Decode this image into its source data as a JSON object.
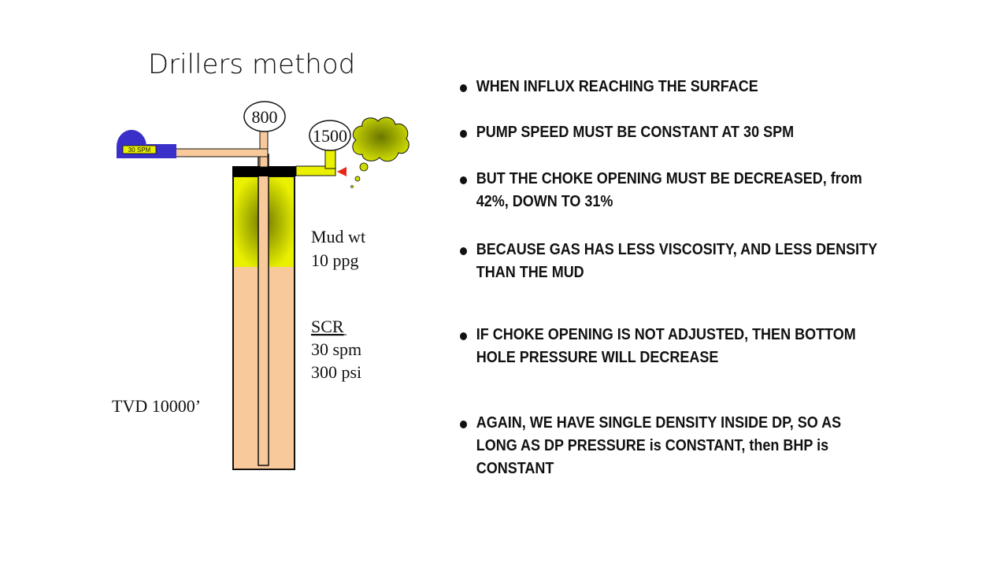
{
  "slide": {
    "title": "Drillers method",
    "diagram": {
      "pump_label": "30 SPM",
      "dp_gauge_value": "800",
      "casing_gauge_value": "1500",
      "mud_weight_line1": "Mud wt",
      "mud_weight_line2": "10 ppg",
      "scr_heading": "SCR",
      "scr_rate": "30 spm",
      "scr_pressure": "300 psi",
      "tvd_label": "TVD 10000’",
      "colors": {
        "mud": "#f8c99b",
        "influx": "#e9f000",
        "influx_dark": "#6f7a00",
        "pump": "#3b2fc9",
        "bop": "#000000",
        "choke": "#e8261a"
      }
    },
    "bullets": [
      {
        "text": "WHEN INFLUX REACHING THE SURFACE"
      },
      {
        "text": "PUMP SPEED MUST BE CONSTANT AT 30 SPM"
      },
      {
        "text": "BUT THE CHOKE OPENING MUST BE DECREASED, from 42%, DOWN TO 31%"
      },
      {
        "text": "BECAUSE GAS HAS LESS VISCOSITY, AND LESS DENSITY THAN THE MUD"
      },
      {
        "text": "IF CHOKE OPENING IS NOT ADJUSTED, THEN BOTTOM HOLE PRESSURE WILL DECREASE"
      },
      {
        "text": "AGAIN, WE HAVE SINGLE DENSITY INSIDE DP, SO AS LONG AS DP PRESSURE is CONSTANT, then BHP is CONSTANT"
      }
    ]
  }
}
